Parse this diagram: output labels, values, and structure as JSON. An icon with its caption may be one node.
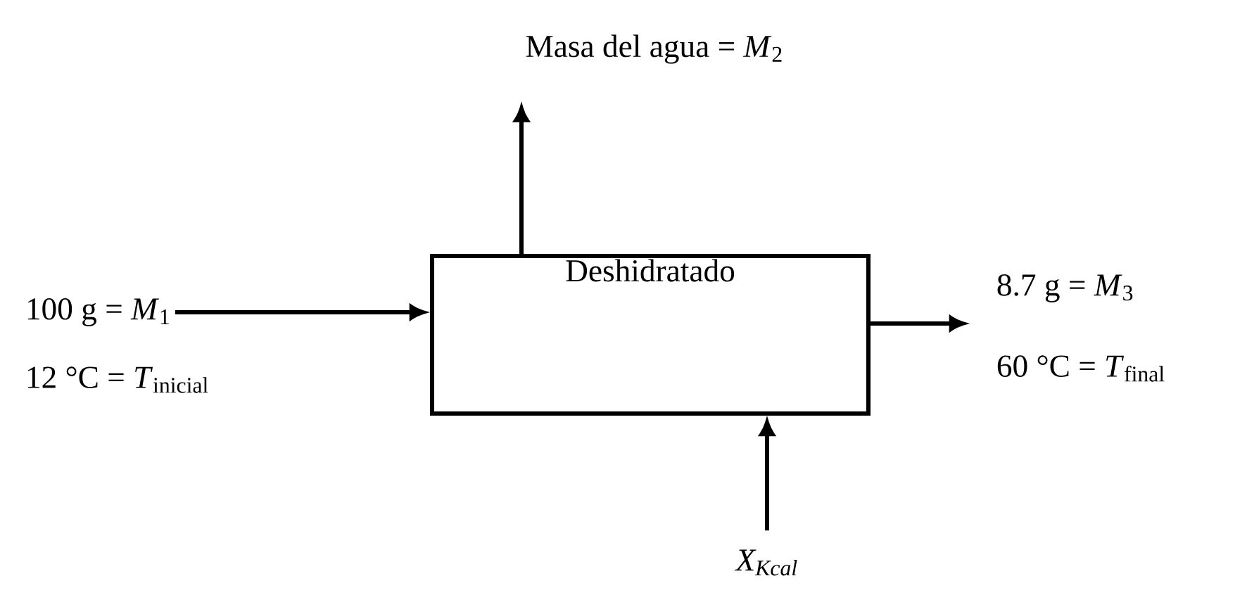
{
  "diagram": {
    "nodes": [
      {
        "text": [
          "Deshidratado"
        ]
      },
      {
        "text": [
          "Masa del agua = *M*$_{2}$"
        ]
      },
      {
        "text": [
          "100 g = *M*$_{1}$"
        ]
      },
      {
        "text": [
          "12 °C = *T*$_{inicial}$"
        ]
      },
      {
        "text": [
          "8.7 g = *M*$_{3}$"
        ]
      },
      {
        "text": [
          "60 °C = *T*$_{final}$"
        ]
      },
      {
        "text": [
          "X$_{Kcal}$"
        ]
      }
    ],
    "edges": [
      {
        "from": 0,
        "to": 1,
        "arrow": "to"
      },
      {
        "from": 2,
        "to": 0,
        "arrow": "to"
      },
      {
        "from": 0,
        "to": 4,
        "arrow": "to"
      },
      {
        "from": 6,
        "to": 0,
        "arrow": "to"
      }
    ]
  }
}
